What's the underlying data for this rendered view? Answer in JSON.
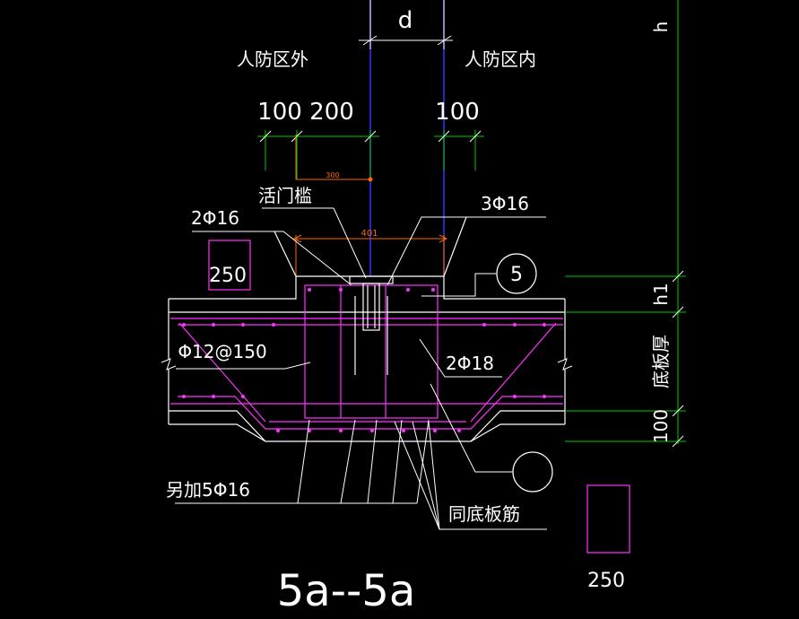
{
  "drawing": {
    "title": "5a--5a",
    "colors": {
      "background": "#000000",
      "lines": "#ffffff",
      "rebar": "#ff33ff",
      "dimension": "#00ff00",
      "axis": "#3333ff",
      "annotation": "#ff6600"
    },
    "labels": {
      "dim_d": "d",
      "dim_h": "h",
      "dim_h1": "h1",
      "dim_slab": "底板厚",
      "dim_100_right": "100",
      "outside_zone": "人防区外",
      "inside_zone": "人防区内",
      "dim_100_left": "100",
      "dim_200": "200",
      "dim_100_mid": "100",
      "dim_300_small": "300",
      "dim_401": "401",
      "threshold": "活门槛",
      "bar_2phi16": "2Φ16",
      "bar_3phi16": "3Φ16",
      "section_250_top": "250",
      "section_250_bottom": "250",
      "circle_5": "5",
      "bar_phi12": "Φ12@150",
      "bar_2phi18": "2Φ18",
      "bar_extra": "另加5Φ16",
      "same_as_slab": "同底板筋"
    }
  }
}
